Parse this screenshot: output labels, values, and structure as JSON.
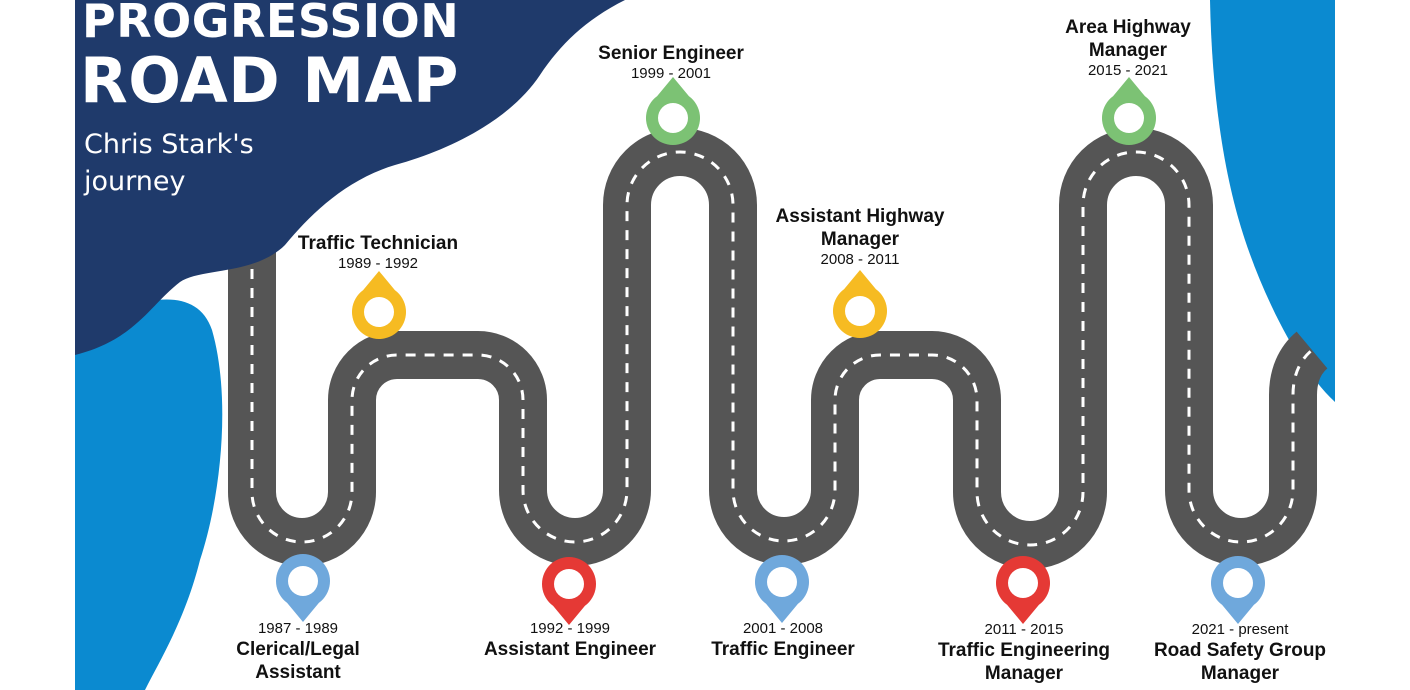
{
  "header": {
    "title_line1": "PROGRESSION",
    "title_line2": "ROAD MAP",
    "subtitle": "Chris Stark's journey"
  },
  "colors": {
    "navy": "#1f3a6b",
    "blue": "#0b8ad0",
    "road": "#555555",
    "pin_blue": "#6fa8dc",
    "pin_red": "#e53935",
    "pin_yellow": "#f6bb22",
    "pin_green": "#7cc274"
  },
  "milestones": [
    {
      "role": "Clerical/Legal Assistant",
      "years": "1987 - 1989",
      "pin": "blue-pin-icon"
    },
    {
      "role": "Traffic Technician",
      "years": "1989 - 1992",
      "pin": "yellow-pin-icon"
    },
    {
      "role": "Assistant Engineer",
      "years": "1992 - 1999",
      "pin": "red-pin-icon"
    },
    {
      "role": "Senior Engineer",
      "years": "1999 - 2001",
      "pin": "green-pin-icon"
    },
    {
      "role": "Traffic Engineer",
      "years": "2001 - 2008",
      "pin": "blue-pin-icon"
    },
    {
      "role": "Assistant Highway Manager",
      "years": "2008 - 2011",
      "pin": "yellow-pin-icon"
    },
    {
      "role": "Traffic Engineering Manager",
      "years": "2011 - 2015",
      "pin": "red-pin-icon"
    },
    {
      "role": "Area Highway Manager",
      "years": "2015 - 2021",
      "pin": "green-pin-icon"
    },
    {
      "role": "Road Safety Group Manager",
      "years": "2021 - present",
      "pin": "blue-pin-icon"
    }
  ]
}
